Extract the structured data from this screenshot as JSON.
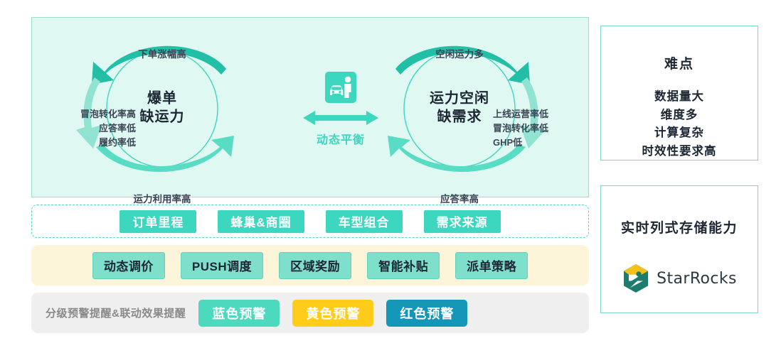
{
  "colors": {
    "panel_bg": "#E0F8F2",
    "teal_dark": "#21BFA6",
    "teal_mid": "#3DD6BE",
    "mint_light": "#8FE3D0",
    "tag_strategy_bg": "#7EDFCB",
    "alert_blue": "#4DD9BE",
    "alert_yellow": "#FFCC1A",
    "alert_red": "#1396B8",
    "strategy_row_bg": "#FDF5DA",
    "alert_row_bg": "#EFEFEF",
    "card_border": "#7DD6CC",
    "logo_gold": "#F5C219",
    "logo_teal": "#1D7C6E",
    "text_dark": "#1D2733"
  },
  "cycle": {
    "left": {
      "center_label": "爆单\n缺运力",
      "top_caption": "下单涨幅高",
      "bottom_caption": "运力利用率高",
      "side_label": "冒泡转化率高\n应答率低\n履约率低"
    },
    "right": {
      "center_label": "运力空闲\n缺需求",
      "top_caption": "空闲运力多",
      "bottom_caption": "应答率高",
      "side_label": "上线运营率低\n冒泡转化率低\nGHP低"
    },
    "center": {
      "icon_name": "car-and-person-icon",
      "balance_label": "动态平衡"
    }
  },
  "rows": {
    "dimensions": {
      "tags": [
        {
          "label": "订单里程"
        },
        {
          "label": "蜂巢&商圈"
        },
        {
          "label": "车型组合"
        },
        {
          "label": "需求来源"
        }
      ]
    },
    "strategies": {
      "tags": [
        {
          "label": "动态调价"
        },
        {
          "label": "PUSH调度"
        },
        {
          "label": "区域奖励"
        },
        {
          "label": "智能补贴"
        },
        {
          "label": "派单策略"
        }
      ]
    },
    "alerts": {
      "caption": "分级预警提醒&联动效果提醒",
      "tags": [
        {
          "label": "蓝色预警",
          "color": "#4DD9BE"
        },
        {
          "label": "黄色预警",
          "color": "#FFCC1A"
        },
        {
          "label": "红色预警",
          "color": "#1396B8"
        }
      ]
    }
  },
  "cards": {
    "difficulty": {
      "title": "难点",
      "lines": "数据量大\n维度多\n计算复杂\n时效性要求高"
    },
    "storage": {
      "title": "实时列式存储能力",
      "logo_name": "starrocks-logo-icon",
      "logo_word": "StarRocks"
    }
  }
}
